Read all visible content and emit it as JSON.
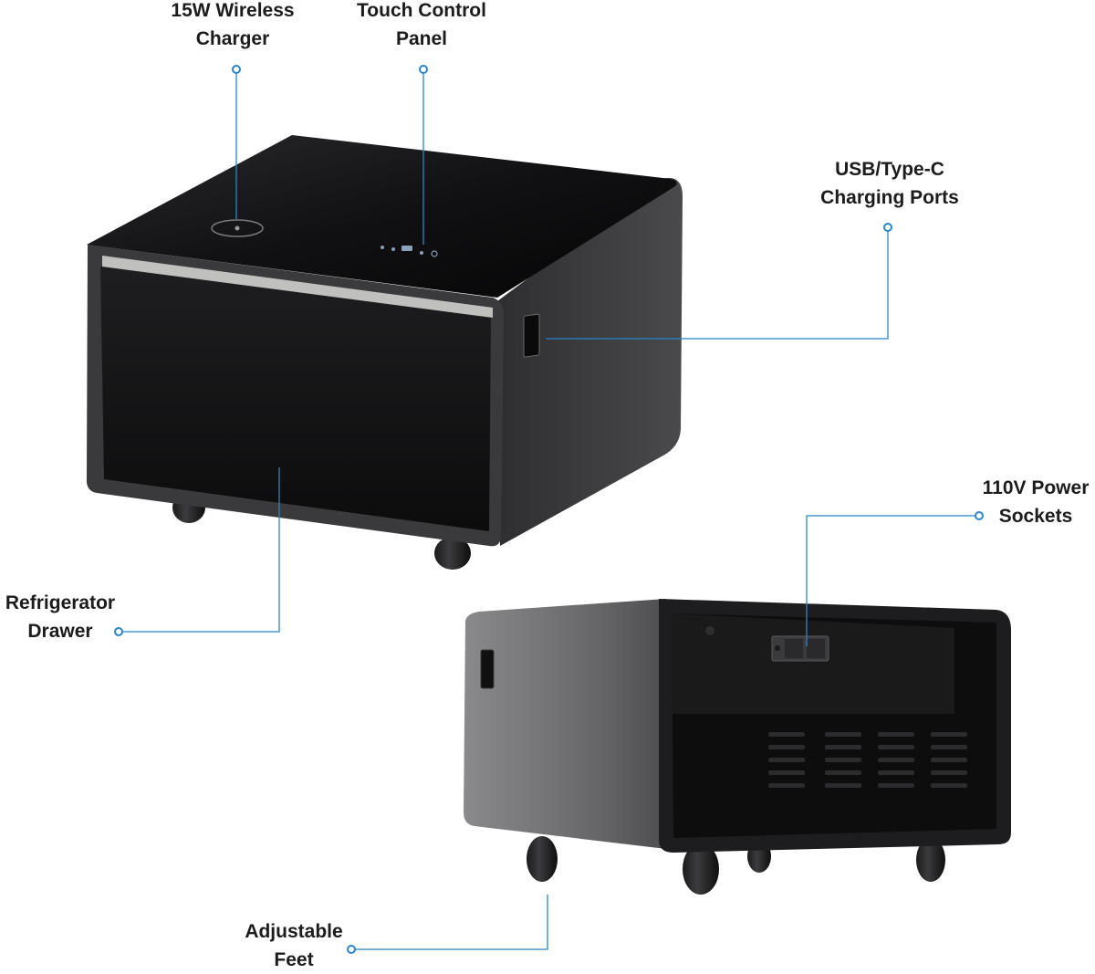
{
  "colors": {
    "callout_line": "#2b84c7",
    "label_text": "#1c1c1c",
    "unit_black": "#141414",
    "unit_gray": "#6e6e70"
  },
  "callouts": {
    "wireless_charger": {
      "line1": "15W Wireless",
      "line2": "Charger"
    },
    "touch_panel": {
      "line1": "Touch Control",
      "line2": "Panel"
    },
    "usb_ports": {
      "line1": "USB/Type-C",
      "line2": "Charging Ports"
    },
    "power_sockets": {
      "line1": "110V Power",
      "line2": "Sockets"
    },
    "drawer": {
      "line1": "Refrigerator",
      "line2": "Drawer"
    },
    "feet": {
      "line1": "Adjustable",
      "line2": "Feet"
    }
  }
}
